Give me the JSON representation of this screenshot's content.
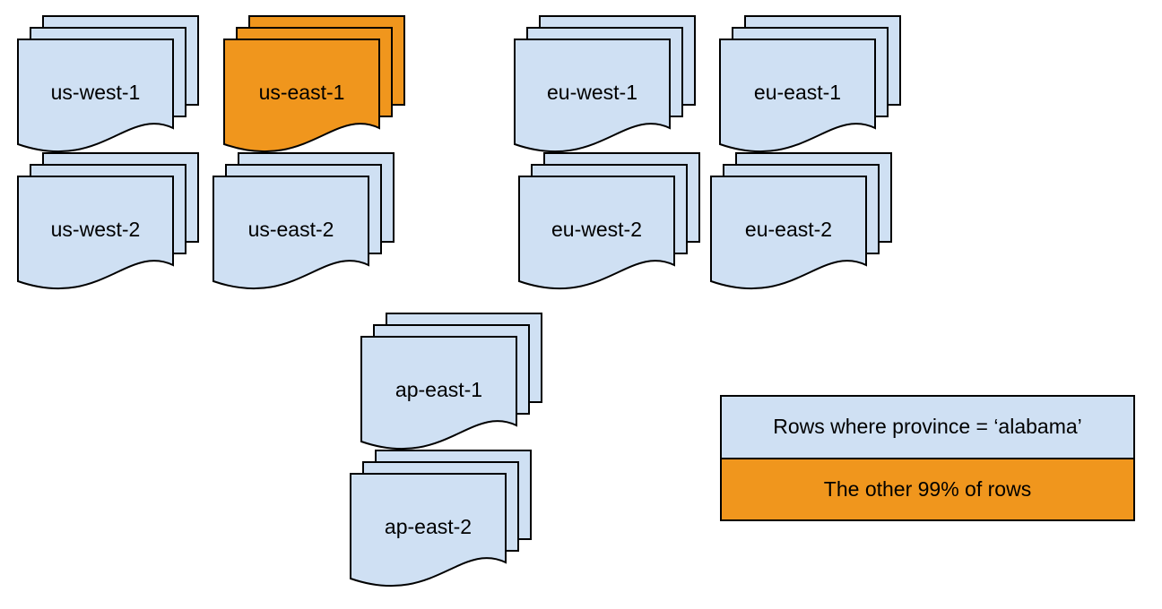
{
  "colors": {
    "doc_blue": "#cfe0f3",
    "doc_orange": "#f0961d",
    "stroke": "#000000",
    "text": "#000000",
    "background": "#ffffff"
  },
  "stacks": [
    {
      "label": "us-west-1",
      "highlighted": false
    },
    {
      "label": "us-east-1",
      "highlighted": true
    },
    {
      "label": "eu-west-1",
      "highlighted": false
    },
    {
      "label": "eu-east-1",
      "highlighted": false
    },
    {
      "label": "us-west-2",
      "highlighted": false
    },
    {
      "label": "us-east-2",
      "highlighted": false
    },
    {
      "label": "eu-west-2",
      "highlighted": false
    },
    {
      "label": "eu-east-2",
      "highlighted": false
    },
    {
      "label": "ap-east-1",
      "highlighted": false
    },
    {
      "label": "ap-east-2",
      "highlighted": false
    }
  ],
  "legend": {
    "items": [
      {
        "label": "Rows where province = ‘alabama’",
        "color": "#cfe0f3"
      },
      {
        "label": "The other 99% of rows",
        "color": "#f0961d"
      }
    ]
  }
}
